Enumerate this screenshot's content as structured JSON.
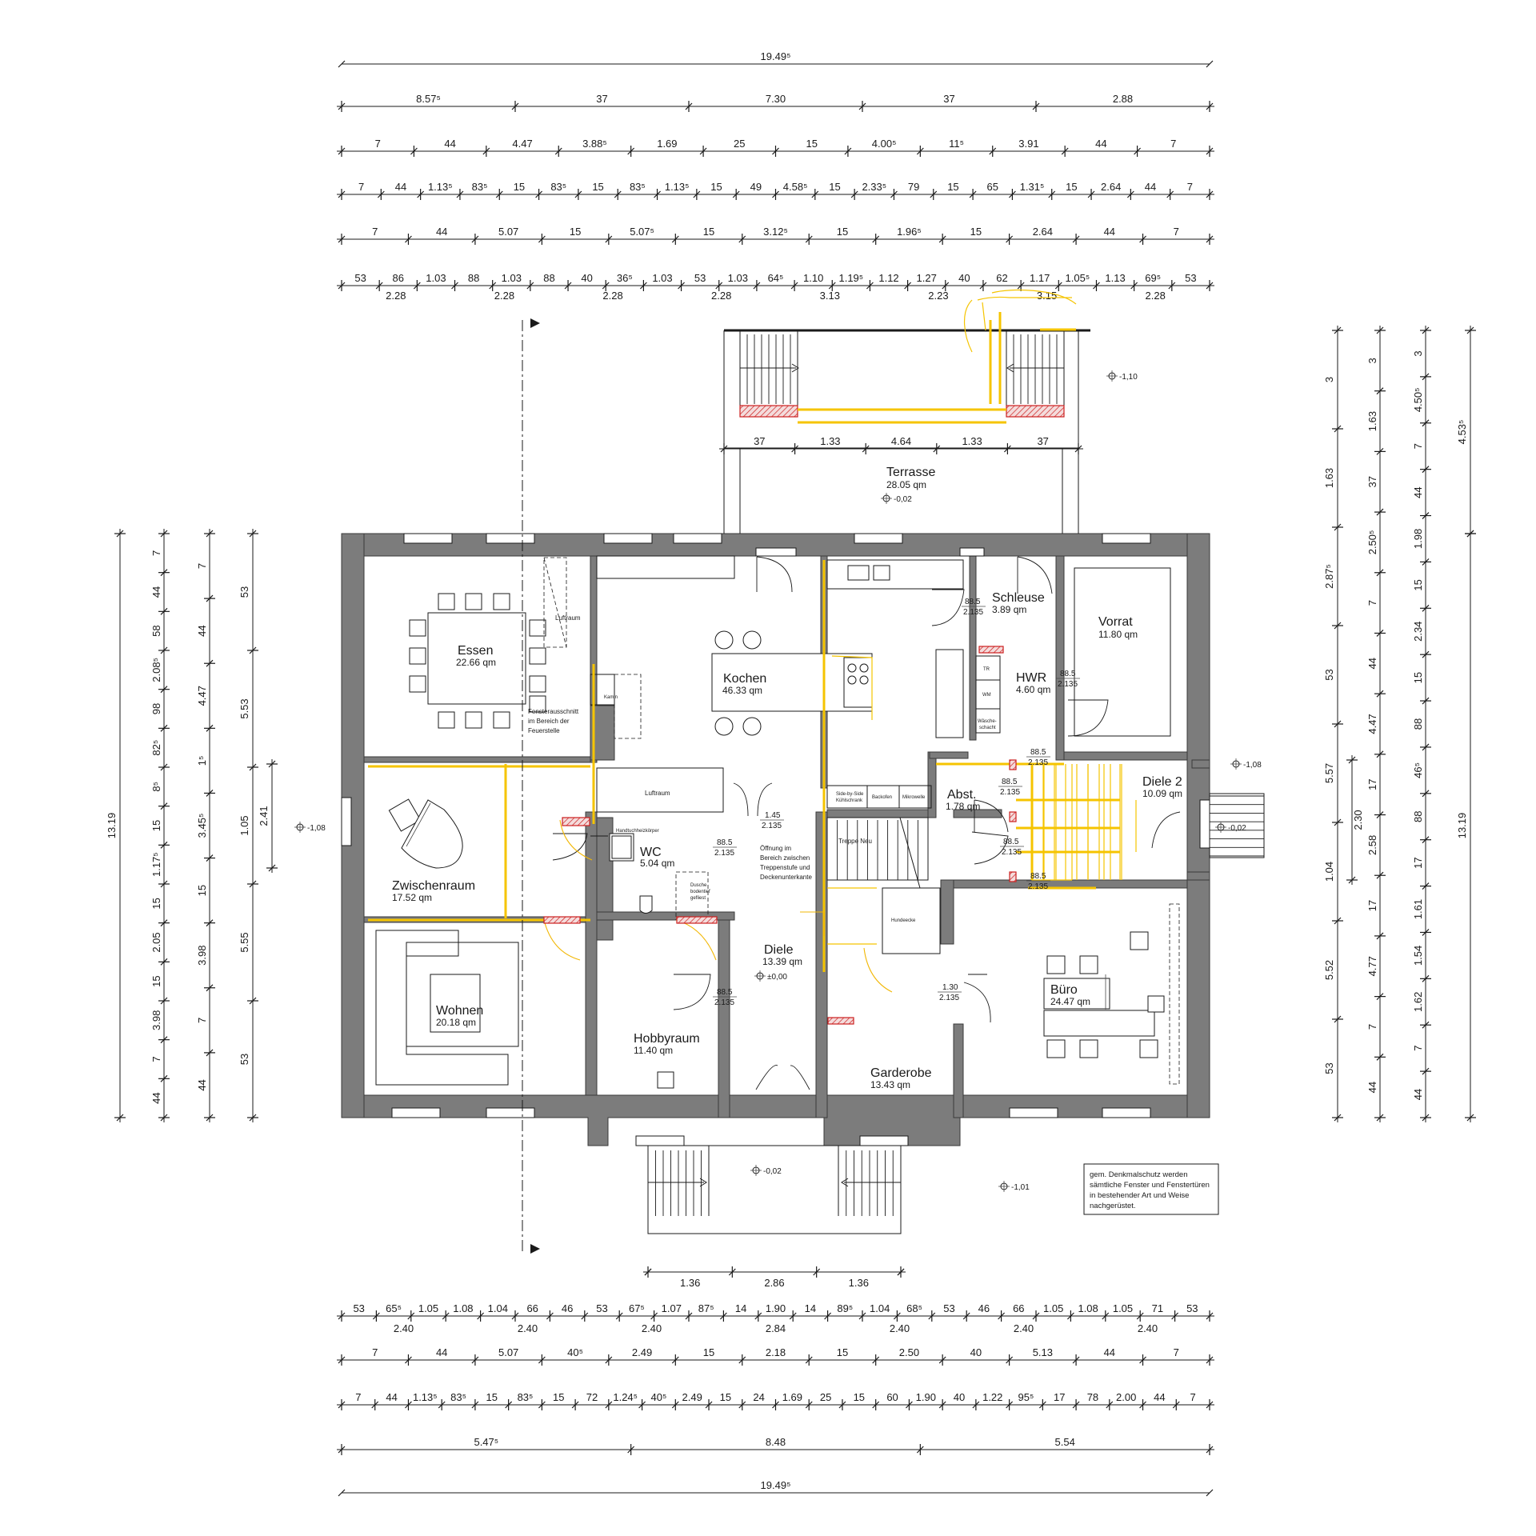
{
  "rooms": [
    {
      "key": "essen",
      "name": "Essen",
      "area": "22.66 qm"
    },
    {
      "key": "kochen",
      "name": "Kochen",
      "area": "46.33 qm"
    },
    {
      "key": "schleuse",
      "name": "Schleuse",
      "area": "3.89 qm"
    },
    {
      "key": "vorrat",
      "name": "Vorrat",
      "area": "11.80 qm"
    },
    {
      "key": "hwr",
      "name": "HWR",
      "area": "4.60 qm"
    },
    {
      "key": "abst",
      "name": "Abst.",
      "area": "1.78 qm"
    },
    {
      "key": "diele2",
      "name": "Diele 2",
      "area": "10.09 qm"
    },
    {
      "key": "zwischenraum",
      "name": "Zwischenraum",
      "area": "17.52 qm"
    },
    {
      "key": "wc",
      "name": "WC",
      "area": "5.04 qm"
    },
    {
      "key": "diele",
      "name": "Diele",
      "area": "13.39 qm"
    },
    {
      "key": "wohnen",
      "name": "Wohnen",
      "area": "20.18 qm"
    },
    {
      "key": "hobbyraum",
      "name": "Hobbyraum",
      "area": "11.40 qm"
    },
    {
      "key": "garderobe",
      "name": "Garderobe",
      "area": "13.43 qm"
    },
    {
      "key": "buero",
      "name": "Büro",
      "area": "24.47 qm"
    },
    {
      "key": "terrasse",
      "name": "Terrasse",
      "area": "28.05 qm"
    }
  ],
  "labels": {
    "luftraum1": "Luftraum",
    "luftraum2": "Luftraum",
    "kamin": "Kamin",
    "fenster": [
      "Fensterausschnitt",
      "im Bereich der",
      "Feuerstelle"
    ],
    "oeffnung": [
      "Öffnung im",
      "Bereich zwischen",
      "Treppenstufe und",
      "Deckenunterkante"
    ],
    "treppe_neu": "Treppe Neu",
    "handtuch": "Handtuchheizkörper",
    "dusche": [
      "Dusche",
      "bodentief",
      "gefliest"
    ],
    "hundeecke": "Hundeecke",
    "tr": "TR",
    "wm": "WM",
    "waesche": [
      "Wäsche-",
      "schacht"
    ],
    "appliances": [
      [
        "Side-by-Side",
        "Kühlschrank"
      ],
      [
        "Backofen"
      ],
      [
        "Mikrowelle"
      ]
    ]
  },
  "doors": [
    {
      "key": "d_schleuse",
      "w": "88.5",
      "h": "2.135"
    },
    {
      "key": "d_vorrat",
      "w": "88.5",
      "h": "2.135"
    },
    {
      "key": "d_diele2",
      "w": "88.5",
      "h": "2.135"
    },
    {
      "key": "d_abst",
      "w": "88.5",
      "h": "2.135"
    },
    {
      "key": "d_stair",
      "w": "88.5",
      "h": "2.135"
    },
    {
      "key": "d_lower",
      "w": "88.5",
      "h": "2.135"
    },
    {
      "key": "d_kochen",
      "w": "1.45",
      "h": "2.135"
    },
    {
      "key": "d_wc",
      "w": "88.5",
      "h": "2.135"
    },
    {
      "key": "d_hobby",
      "w": "88.5",
      "h": "2.135"
    },
    {
      "key": "d_buero",
      "w": "1.30",
      "h": "2.135"
    }
  ],
  "levels": [
    {
      "key": "lv_ne",
      "value": "-1,10"
    },
    {
      "key": "lv_terr",
      "value": "-0,02"
    },
    {
      "key": "lv_w",
      "value": "-1,08"
    },
    {
      "key": "lv_e",
      "value": "-1,08"
    },
    {
      "key": "lv_entry_e",
      "value": "-0,02"
    },
    {
      "key": "lv_diele",
      "value": "±0,00"
    },
    {
      "key": "lv_s",
      "value": "-0,02"
    },
    {
      "key": "lv_se",
      "value": "-1,01"
    }
  ],
  "note": [
    "gem. Denkmalschutz werden",
    "sämtliche Fenster und Fenstertüren",
    "in bestehender Art und Weise",
    "nachgerüstet."
  ],
  "dim_top": {
    "total": "19.49⁵",
    "row2": [
      "8.57⁵",
      "37",
      "7.30",
      "37",
      "2.88"
    ],
    "row3": [
      "7",
      "44",
      "4.47",
      "3.88⁵",
      "1.69",
      "25",
      "15",
      "4.00⁵",
      "11⁵",
      "3.91",
      "44",
      "7"
    ],
    "row4": [
      "7",
      "44",
      "1.13⁵",
      "83⁵",
      "15",
      "83⁵",
      "15",
      "83⁵",
      "1.13⁵",
      "15",
      "49",
      "4.58⁵",
      "15",
      "2.33⁵",
      "79",
      "15",
      "65",
      "1.31⁵",
      "15",
      "2.64",
      "44",
      "7"
    ],
    "row5": [
      "7",
      "44",
      "5.07",
      "15",
      "5.07⁵",
      "15",
      "3.12⁵",
      "15",
      "1.96⁵",
      "15",
      "2.64",
      "44",
      "7"
    ],
    "row6a": [
      "53",
      "86",
      "1.03",
      "88",
      "1.03",
      "88",
      "40",
      "36⁵",
      "1.03",
      "53",
      "1.03",
      "64⁵",
      "1.10",
      "1.19⁵",
      "1.12",
      "1.27",
      "40",
      "62",
      "1.17",
      "1.05⁵",
      "1.13",
      "69⁵",
      "53"
    ],
    "row6b": [
      "2.28",
      "2.28",
      "2.28",
      "2.28",
      "3.13",
      "2.23",
      "3.15",
      "2.28"
    ],
    "terr": [
      "37",
      "1.33",
      "4.64",
      "1.33",
      "37"
    ]
  },
  "dim_bottom": {
    "stairs": [
      "1.36",
      "2.86",
      "1.36"
    ],
    "row1a": [
      "53",
      "65⁵",
      "1.05",
      "1.08",
      "1.04",
      "66",
      "46",
      "53",
      "67⁵",
      "1.07",
      "87⁵",
      "14",
      "1.90",
      "14",
      "89⁵",
      "1.04",
      "68⁵",
      "53",
      "46",
      "66",
      "1.05",
      "1.08",
      "1.05",
      "71",
      "53"
    ],
    "row1b": [
      "2.40",
      "2.40",
      "2.40",
      "2.84",
      "2.40",
      "2.40",
      "2.40"
    ],
    "row2": [
      "7",
      "44",
      "5.07",
      "40⁵",
      "2.49",
      "15",
      "2.18",
      "15",
      "2.50",
      "40",
      "5.13",
      "44",
      "7"
    ],
    "row3": [
      "7",
      "44",
      "1.13⁵",
      "83⁵",
      "15",
      "83⁵",
      "15",
      "72",
      "1.24⁵",
      "40⁵",
      "2.49",
      "15",
      "24",
      "1.69",
      "25",
      "15",
      "60",
      "1.90",
      "40",
      "1.22",
      "95⁵",
      "17",
      "78",
      "2.00",
      "44",
      "7"
    ],
    "row4": [
      "5.47⁵",
      "8.48",
      "5.54"
    ],
    "total": "19.49⁵"
  },
  "dim_left": {
    "col1": [
      "7",
      "44",
      "58",
      "2.08⁵",
      "98",
      "82⁵",
      "8⁵",
      "15",
      "1.17⁵",
      "15",
      "2.05",
      "15",
      "3.98",
      "7",
      "44"
    ],
    "col2": [
      "7",
      "44",
      "4.47",
      "1⁵",
      "3.45⁵",
      "15",
      "3.98",
      "7",
      "44"
    ],
    "col3": [
      "53",
      "5.53",
      "1.05",
      "5.55",
      "53"
    ],
    "col4": [
      "2.41"
    ],
    "total": "13.19"
  },
  "dim_right": {
    "colA": [
      "3",
      "1.63",
      "2.87⁵",
      "53",
      "5.57",
      "1.04",
      "5.52",
      "53"
    ],
    "colB": [
      "3",
      "1.63",
      "37",
      "2.50⁵",
      "7",
      "44",
      "4.47",
      "17",
      "2.58",
      "17",
      "4.77",
      "7",
      "44"
    ],
    "colC": [
      "3",
      "4.50⁵",
      "7",
      "44",
      "1.98",
      "15",
      "2.34",
      "15",
      "88",
      "46⁵",
      "88",
      "17",
      "1.61",
      "1.54",
      "1.62",
      "7",
      "44"
    ],
    "colX": [
      "2.30"
    ],
    "colD": [
      "4.53⁵"
    ],
    "total": "13.19"
  }
}
